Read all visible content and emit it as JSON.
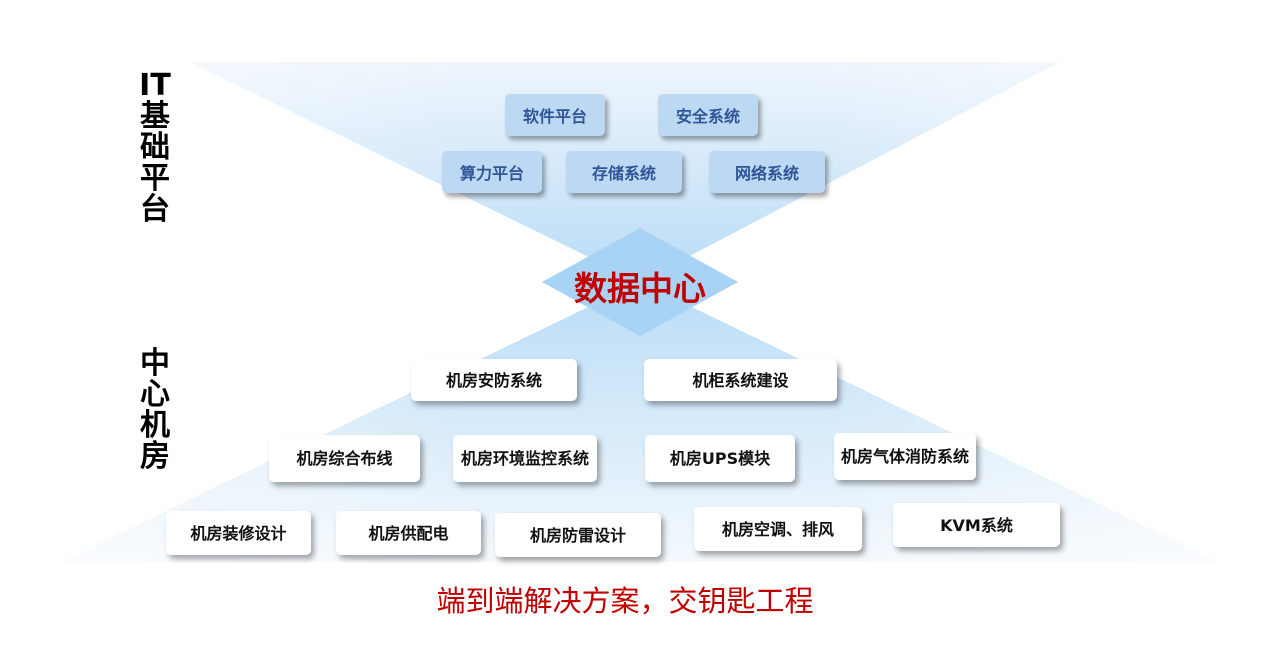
{
  "side_labels": {
    "it_platform": "IT基础平台",
    "center_room": "中心机房"
  },
  "center_title": "数据中心",
  "it_platform_boxes": [
    "软件平台",
    "安全系统",
    "算力平台",
    "存储系统",
    "网络系统"
  ],
  "room_boxes": [
    "机房安防系统",
    "机柜系统建设",
    "机房综合布线",
    "机房环境监控系统",
    "机房UPS模块",
    "机房气体消防系统",
    "机房装修设计",
    "机房供配电",
    "机房防雷设计",
    "机房空调、排风",
    "KVM系统"
  ],
  "slogan": "端到端解决方案，交钥匙工程",
  "colors": {
    "top_box_fill": "#bcd8f2",
    "top_box_text": "#2f5597",
    "accent_red": "#c00000",
    "diamond_fill": "#a9d3f5"
  }
}
